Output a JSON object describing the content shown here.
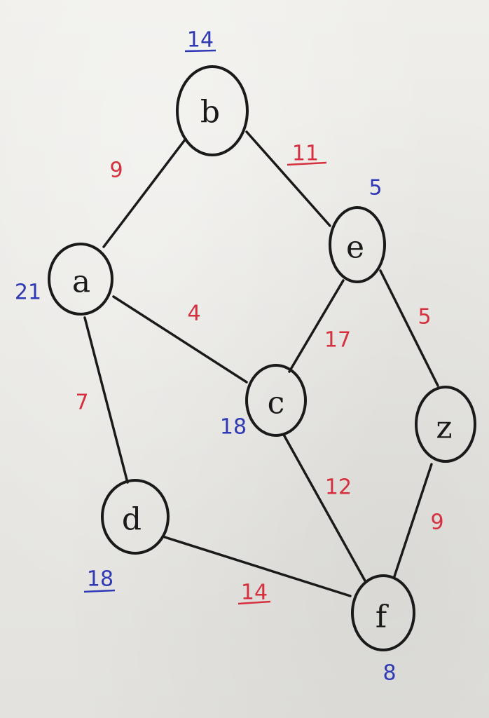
{
  "graph": {
    "colors": {
      "ink": "#1a1a1a",
      "edge_weight": "#d62f3d",
      "heuristic": "#2f38b5",
      "paper": "#ecebe7"
    },
    "nodes": {
      "a": {
        "label": "a",
        "heuristic": "21"
      },
      "b": {
        "label": "b",
        "heuristic": "14"
      },
      "c": {
        "label": "c",
        "heuristic": "18"
      },
      "d": {
        "label": "d",
        "heuristic": "18"
      },
      "e": {
        "label": "e",
        "heuristic": "5"
      },
      "z": {
        "label": "z",
        "heuristic": ""
      },
      "f": {
        "label": "f",
        "heuristic": "8"
      }
    },
    "edges": {
      "a_b": {
        "from": "a",
        "to": "b",
        "weight": "9"
      },
      "b_e": {
        "from": "b",
        "to": "e",
        "weight": "11"
      },
      "a_c": {
        "from": "a",
        "to": "c",
        "weight": "4"
      },
      "e_c": {
        "from": "e",
        "to": "c",
        "weight": "17"
      },
      "e_z": {
        "from": "e",
        "to": "z",
        "weight": "5"
      },
      "a_d": {
        "from": "a",
        "to": "d",
        "weight": "7"
      },
      "c_f": {
        "from": "c",
        "to": "f",
        "weight": "12"
      },
      "z_f": {
        "from": "z",
        "to": "f",
        "weight": "9"
      },
      "d_f": {
        "from": "d",
        "to": "f",
        "weight": "14"
      }
    }
  }
}
